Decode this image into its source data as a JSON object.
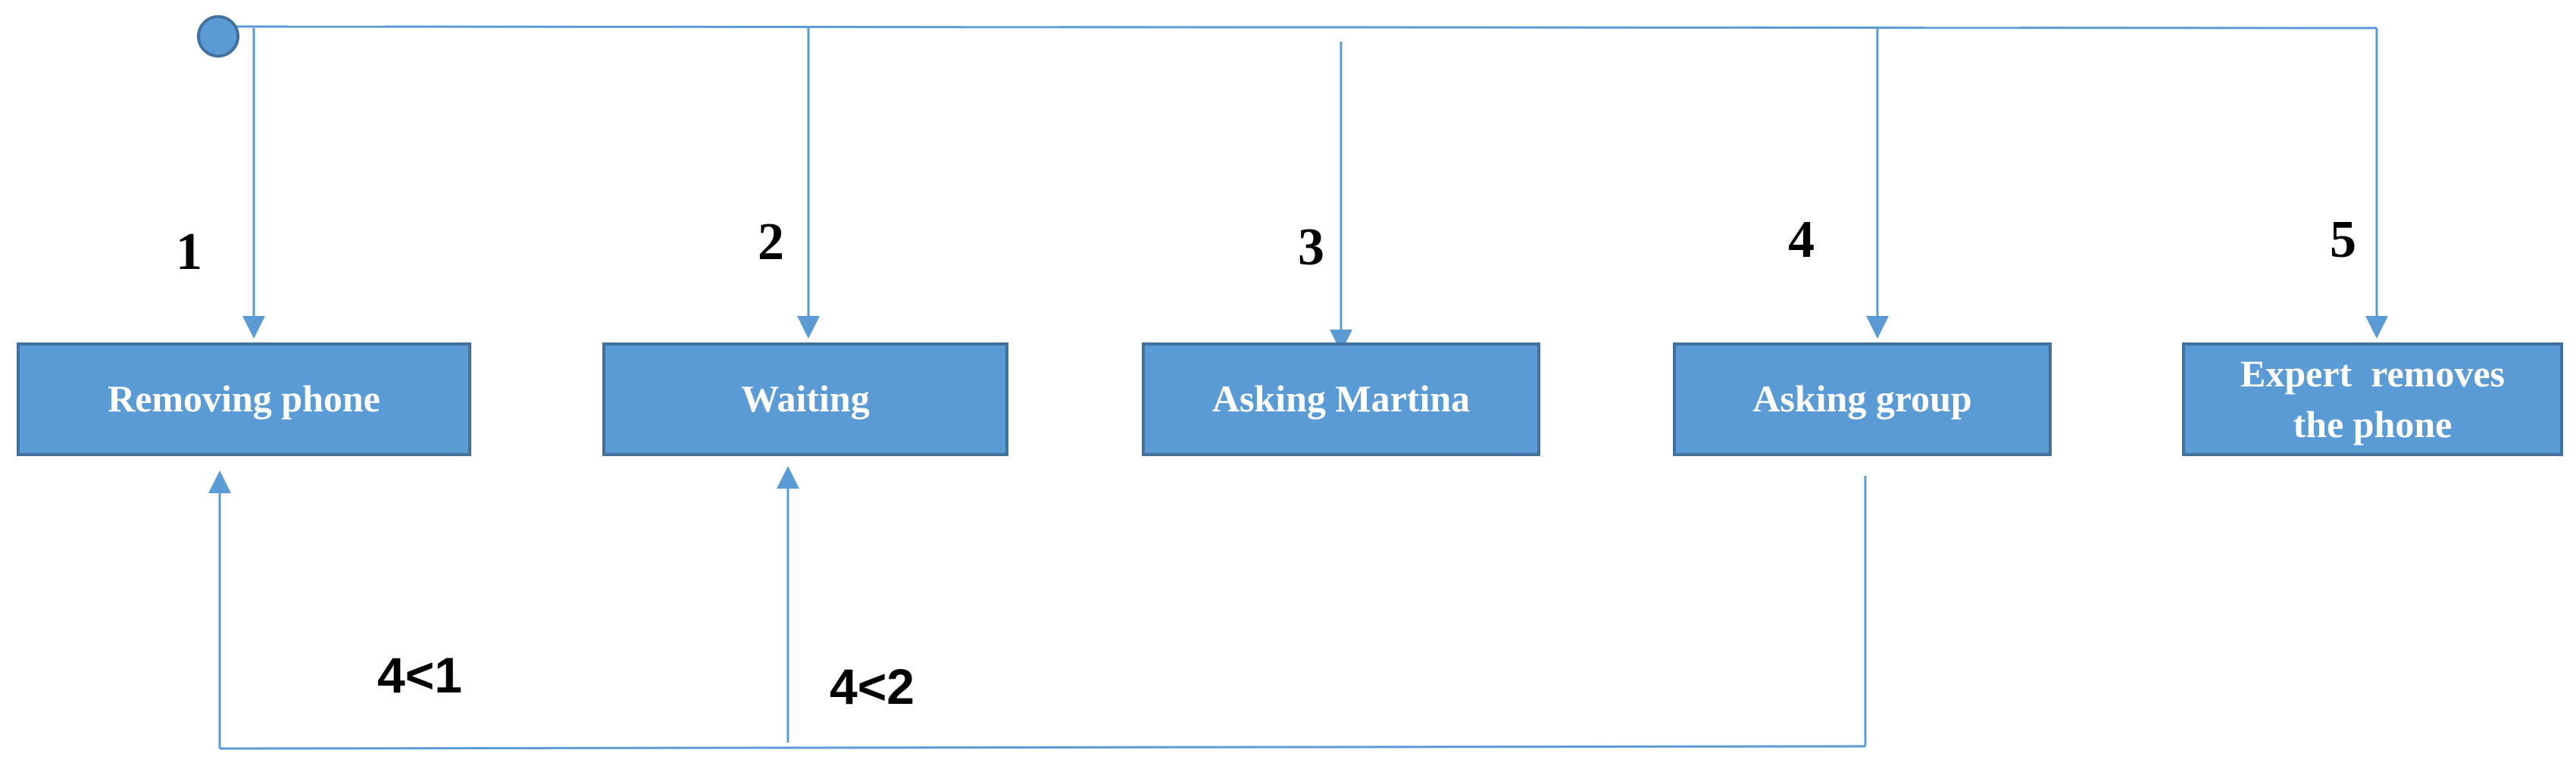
{
  "diagram": {
    "nodes": [
      {
        "id": "removing-phone",
        "label": "Removing phone"
      },
      {
        "id": "waiting",
        "label": "Waiting"
      },
      {
        "id": "asking-martina",
        "label": "Asking Martina"
      },
      {
        "id": "asking-group",
        "label": "Asking group"
      },
      {
        "id": "expert-removes",
        "label_line1": "Expert  removes",
        "label_line2": "the phone"
      }
    ],
    "step_numbers": [
      "1",
      "2",
      "3",
      "4",
      "5"
    ],
    "conditions": [
      "4<1",
      "4<2"
    ],
    "colors": {
      "box_fill": "#5b9bd5",
      "box_border": "#41719c",
      "line": "#5b9bd5",
      "text_on_box": "#ffffff",
      "number_text": "#000000"
    }
  }
}
